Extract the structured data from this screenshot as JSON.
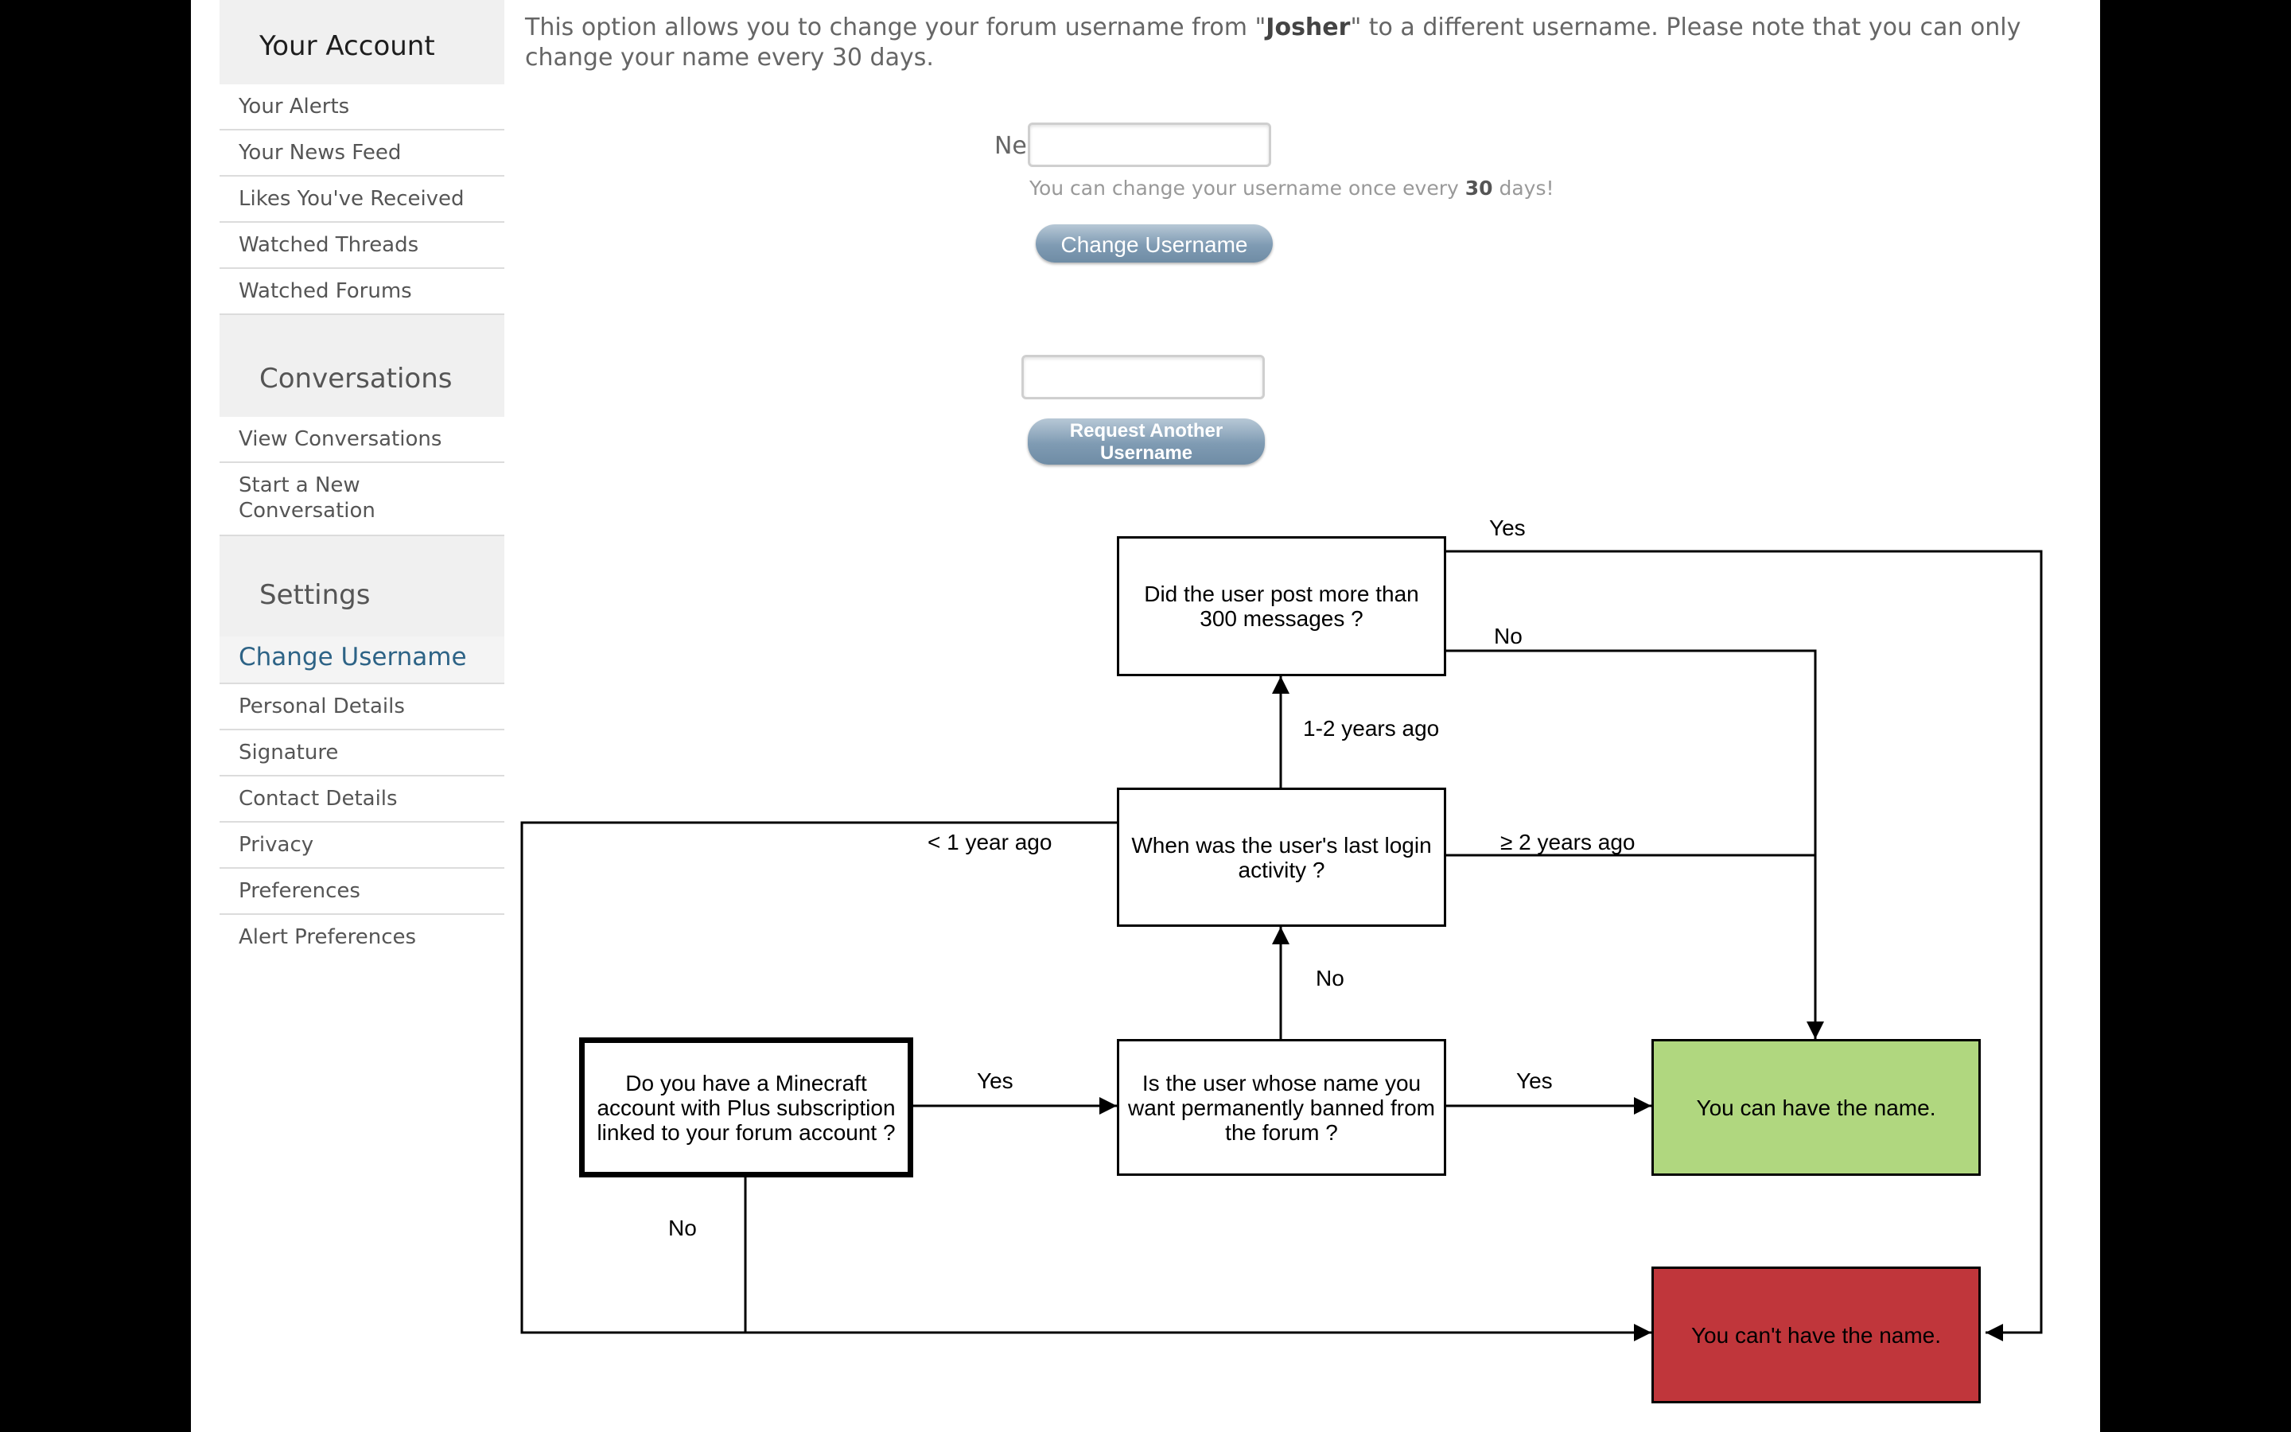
{
  "sidebar": {
    "sections": [
      {
        "title": "Your Account",
        "items": [
          "Your Alerts",
          "Your News Feed",
          "Likes You've Received",
          "Watched Threads",
          "Watched Forums"
        ]
      },
      {
        "title": "Conversations",
        "items": [
          "View Conversations",
          "Start a New Conversation"
        ]
      },
      {
        "title": "Settings",
        "active": "Change Username",
        "items": [
          "Personal Details",
          "Signature",
          "Contact Details",
          "Privacy",
          "Preferences",
          "Alert Preferences"
        ]
      }
    ]
  },
  "form": {
    "intro_before": "This option allows you to change your forum username from \"",
    "current_username": "Josher",
    "intro_after": "\" to a different username. Please note that you can only change your name every 30 days.",
    "new_username_label": "New Username:",
    "new_username_value": "",
    "hint_before": "You can change your username once every ",
    "hint_days": "30",
    "hint_after": " days!",
    "change_button": "Change Username",
    "request_value": "",
    "request_button": "Request Another Username"
  },
  "flowchart": {
    "nodes": {
      "posts": "Did the user post more than 300 messages ?",
      "login": "When was the user's last login activity ?",
      "minecraft": "Do you have a Minecraft account with Plus subscription linked to your forum account ?",
      "banned": "Is the user whose name you want permanently banned from the forum ?",
      "can": "You can have the name.",
      "cant": "You can't have the name."
    },
    "edges": {
      "posts_yes": "Yes",
      "posts_no": "No",
      "login_recent": "1-2 years ago",
      "login_lt1": "< 1 year ago",
      "login_ge2": "≥ 2 years ago",
      "banned_no": "No",
      "minecraft_yes": "Yes",
      "banned_yes": "Yes",
      "minecraft_no": "No"
    },
    "colors": {
      "can": "#b0d77f",
      "cant": "#c0363b"
    }
  }
}
